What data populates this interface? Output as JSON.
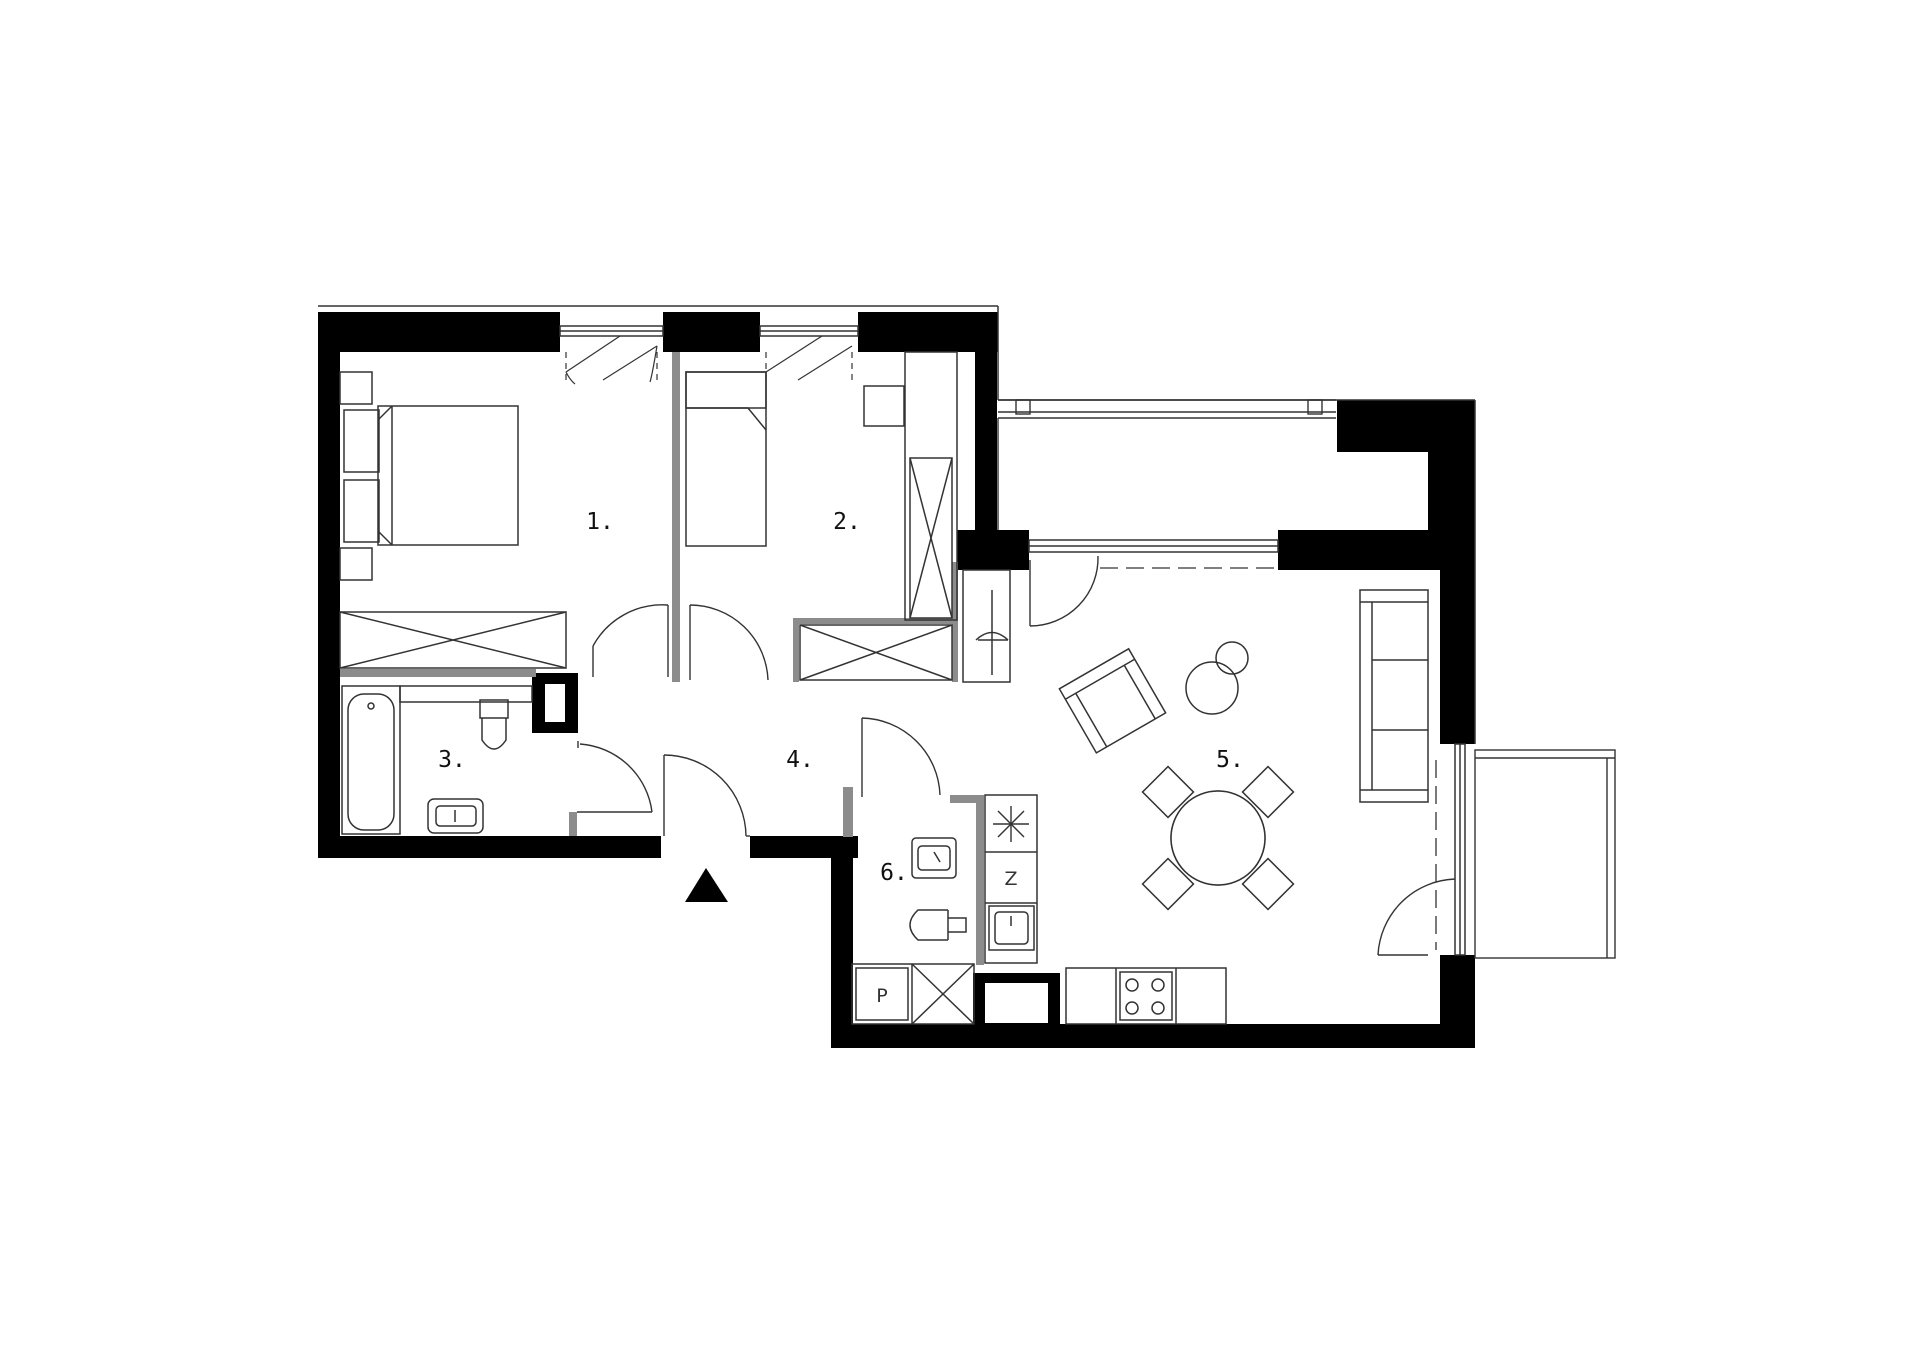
{
  "colors": {
    "wall": "#000000",
    "partition": "#8c8c8c",
    "line": "#333333",
    "background": "#ffffff"
  },
  "rooms": [
    {
      "id": "1",
      "label": "1."
    },
    {
      "id": "2",
      "label": "2."
    },
    {
      "id": "3",
      "label": "3."
    },
    {
      "id": "4",
      "label": "4."
    },
    {
      "id": "5",
      "label": "5."
    },
    {
      "id": "6",
      "label": "6."
    }
  ],
  "appliances": {
    "fridge_letter": "Z",
    "washer_letter": "P"
  },
  "icons": {
    "entrance": "entrance-arrow-icon",
    "range_hood": "asterisk-icon",
    "hob": "four-burner-hob-icon"
  }
}
